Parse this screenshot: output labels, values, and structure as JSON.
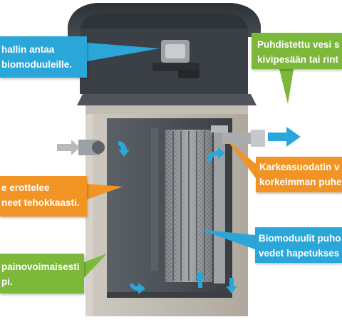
{
  "callouts": {
    "top_left": {
      "lines": [
        "hallin antaa",
        "biomoduuleille."
      ]
    },
    "top_right": {
      "lines": [
        "Puhdistettu vesi s",
        "kivipesään tai rint"
      ]
    },
    "mid_left": {
      "lines": [
        "e erottelee",
        "neet tehokkaasti."
      ]
    },
    "mid_right": {
      "lines": [
        "Karkeasuodatin v",
        "korkeimman puhe"
      ]
    },
    "low_right": {
      "lines": [
        "Biomoduulit puho",
        "vedet hapetukses"
      ]
    },
    "bot_left": {
      "lines": [
        "painovoimaisesti",
        "pi."
      ]
    }
  },
  "colors": {
    "blue": "#2aa7d8",
    "green": "#7cb83a",
    "orange": "#f29425",
    "concrete": "#bdb7ad",
    "tank_dark": "#3e4449",
    "module_gray": "#8a8f92",
    "arrow_gray": "#b9b9b9"
  },
  "icons": [
    "inlet-arrow-icon",
    "outlet-arrow-icon",
    "flow-arrow-icon"
  ]
}
